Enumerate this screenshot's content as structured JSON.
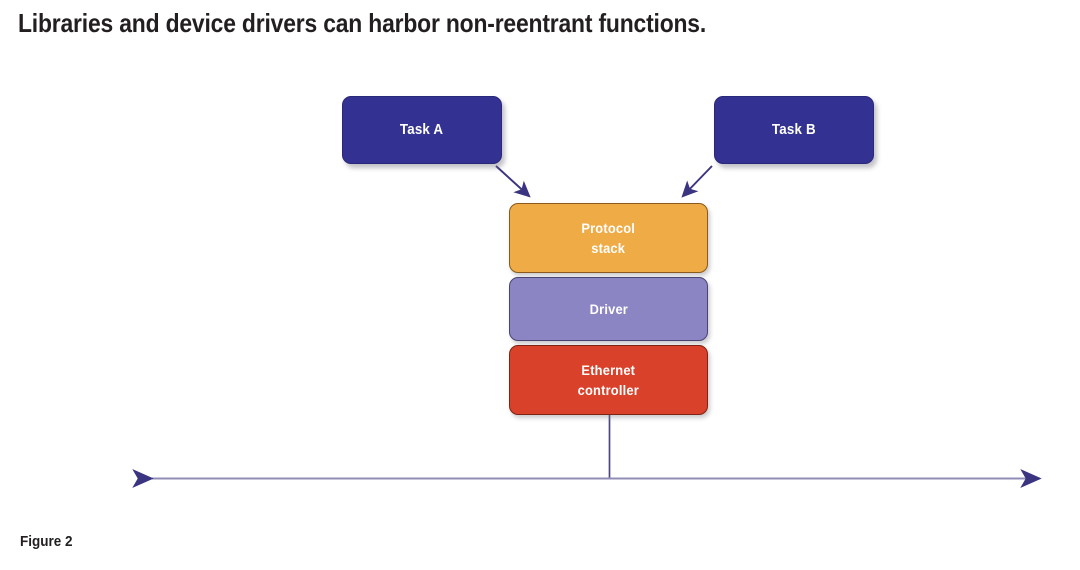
{
  "figure": {
    "title": "Libraries and device drivers can harbor non-reentrant functions.",
    "caption": "Figure 2"
  },
  "colors": {
    "task_fill": "#333191",
    "protocol_fill": "#efab45",
    "driver_fill": "#8b85c4",
    "ethernet_fill": "#d9412a",
    "arrow_stroke": "#3b3480",
    "bus_stroke": "#8f8cb5",
    "title_text": "#231f20",
    "node_text": "#ffffff",
    "background": "#ffffff"
  },
  "nodes": {
    "task_a": {
      "label": "Task A"
    },
    "task_b": {
      "label": "Task B"
    },
    "protocol_stack": {
      "label": "Protocol\nstack"
    },
    "driver": {
      "label": "Driver"
    },
    "ethernet_controller": {
      "label": "Ethernet\ncontroller"
    }
  },
  "connectors": {
    "task_a_to_protocol": {
      "from": "Task A",
      "to": "Protocol stack",
      "style": "arrow"
    },
    "task_b_to_protocol": {
      "from": "Task B",
      "to": "Protocol stack",
      "style": "arrow"
    },
    "ethernet_to_bus": {
      "from": "Ethernet controller",
      "to": "Network bus",
      "style": "line"
    },
    "network_bus": {
      "label": "",
      "style": "double-headed-arrow"
    }
  }
}
